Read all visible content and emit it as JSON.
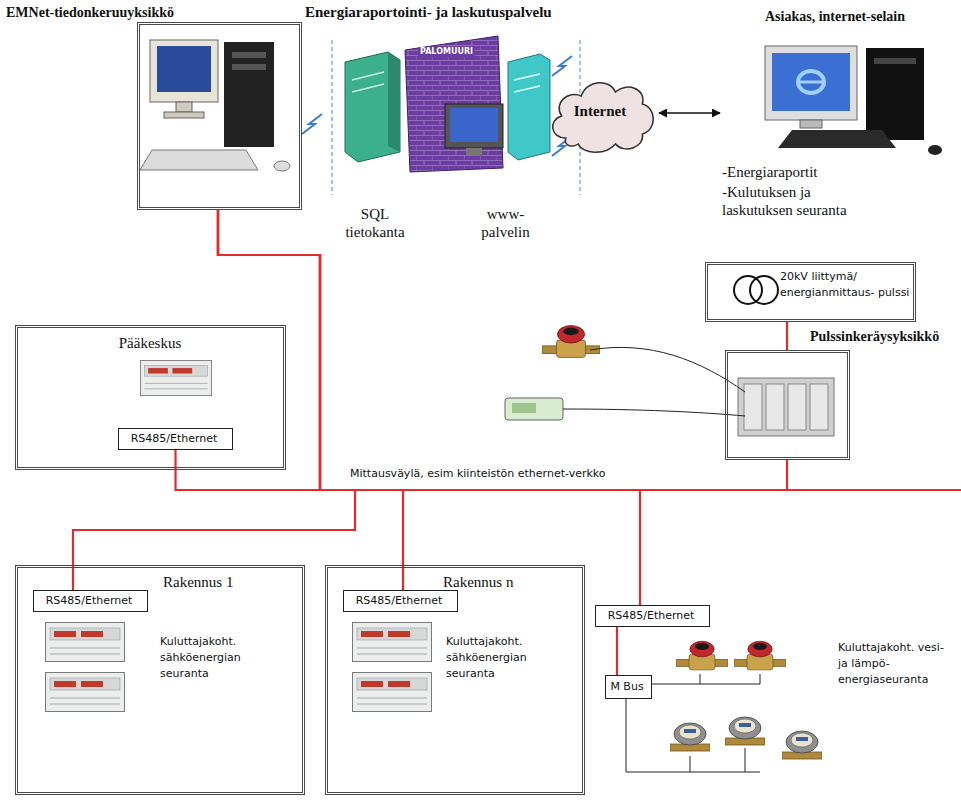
{
  "diagram": {
    "nodes": [
      {
        "text": [
          "EMNet-tiedonkeruuyksikkö"
        ]
      },
      {
        "text": [
          "Internet"
        ]
      },
      {
        "text": [
          "Asiakas, internet-selain",
          "-Energiaraportit",
          "-Kulutuksen ja laskutuksen seuranta"
        ]
      },
      {
        "text": [
          "20kV liittymä/ energianmittaus- pulssi"
        ]
      },
      {
        "text": [
          "Pulssinkeräysyksikkö"
        ]
      },
      {
        "text": [
          "Pääkeskus"
        ]
      },
      {
        "text": [
          "RS485/Ethernet"
        ],
        "in": 5
      },
      {
        "text": [
          "Rakennus 1",
          "Kuluttajakoht. sähköenergian seuranta"
        ]
      },
      {
        "text": [
          "RS485/Ethernet"
        ],
        "in": 7
      },
      {
        "text": [
          "Rakennus n",
          "Kuluttajakoht. sähköenergian seuranta"
        ]
      },
      {
        "text": [
          "RS485/Ethernet"
        ],
        "in": 9
      },
      {
        "text": [
          "RS485/Ethernet"
        ]
      },
      {
        "text": [
          "M Bus"
        ]
      }
    ],
    "edges": [
      {
        "from": 1,
        "to": 2,
        "arrow": "both"
      },
      {
        "from": 3,
        "to": 4,
        "arrow": "none"
      },
      {
        "from": 4,
        "to": 0,
        "arrow": "none"
      },
      {
        "from": 6,
        "to": 0,
        "arrow": "none"
      },
      {
        "from": 8,
        "to": 0,
        "arrow": "none"
      },
      {
        "from": 10,
        "to": 0,
        "arrow": "none"
      },
      {
        "from": 11,
        "to": 0,
        "arrow": "none"
      },
      {
        "from": 11,
        "to": 12,
        "arrow": "none"
      }
    ],
    "labels": [
      "Energiaraportointi- ja laskutuspalvelu",
      "PALOMUURI",
      "SQL tietokanta",
      "www- palvelin",
      "Mittausväylä, esim kiinteistön ethernet-verkko",
      "Kuluttajakoht. vesi- ja lämpö- energiaseuranta"
    ]
  }
}
